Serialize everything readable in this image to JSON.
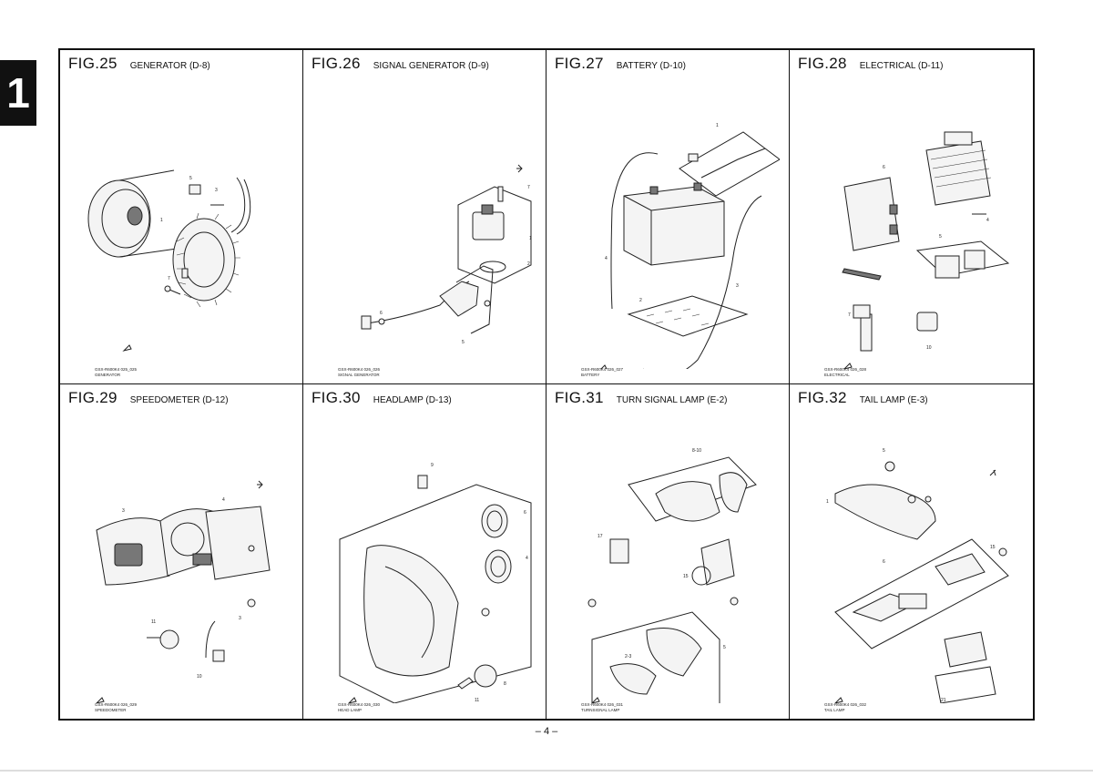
{
  "chapter": "1",
  "page_number": "– 4 –",
  "figures": [
    {
      "fig": "FIG.25",
      "title": "GENERATOR (D-8)",
      "code": "GSX-R600K4 025_025",
      "caption": "GENERATOR"
    },
    {
      "fig": "FIG.26",
      "title": "SIGNAL GENERATOR (D-9)",
      "code": "GSX-R600K4 026_026",
      "caption": "SIGNAL GENERATOR"
    },
    {
      "fig": "FIG.27",
      "title": "BATTERY (D-10)",
      "code": "GSX-R600K4 026_027",
      "caption": "BATTERY"
    },
    {
      "fig": "FIG.28",
      "title": "ELECTRICAL (D-11)",
      "code": "GSX-R600K4 026_028",
      "caption": "ELECTRICAL"
    },
    {
      "fig": "FIG.29",
      "title": "SPEEDOMETER (D-12)",
      "code": "GSX-R600K4 026_029",
      "caption": "SPEEDOMETER"
    },
    {
      "fig": "FIG.30",
      "title": "HEADLAMP (D-13)",
      "code": "GSX-R600K4 026_030",
      "caption": "HEAD LAMP"
    },
    {
      "fig": "FIG.31",
      "title": "TURN SIGNAL LAMP (E-2)",
      "code": "GSX-R600K4 026_031",
      "caption": "TURNSIGNAL LAMP"
    },
    {
      "fig": "FIG.32",
      "title": "TAIL LAMP (E-3)",
      "code": "GSX-R600K4 026_032",
      "caption": "TAIL LAMP"
    }
  ],
  "diagram_icons": [
    "generator-diagram",
    "signal-generator-diagram",
    "battery-diagram",
    "electrical-diagram",
    "speedometer-diagram",
    "headlamp-diagram",
    "turn-signal-lamp-diagram",
    "tail-lamp-diagram"
  ]
}
